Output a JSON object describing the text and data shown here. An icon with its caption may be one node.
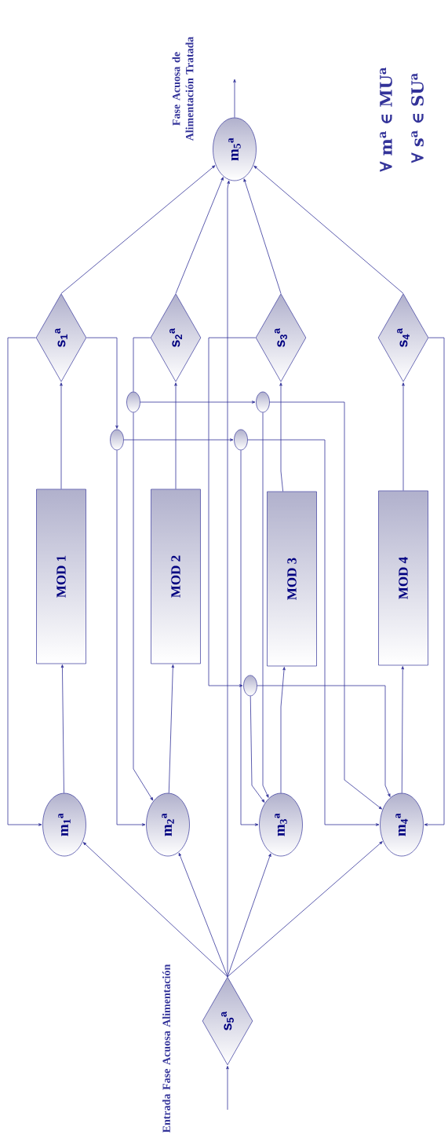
{
  "diagram": {
    "nodes": [
      {
        "text": [
          "m$_{5}$$^{a}$"
        ]
      },
      {
        "text": [
          "s$_{1}$$^{a}$"
        ]
      },
      {
        "text": [
          "s$_{2}$$^{a}$"
        ]
      },
      {
        "text": [
          "s$_{3}$$^{a}$"
        ]
      },
      {
        "text": [
          "s$_{4}$$^{a}$"
        ]
      },
      {
        "text": [
          "MOD 1"
        ]
      },
      {
        "text": [
          "MOD 2"
        ]
      },
      {
        "text": [
          "MOD 3"
        ]
      },
      {
        "text": [
          "MOD 4"
        ]
      },
      {
        "text": [
          "m$_{1}$$^{a}$"
        ]
      },
      {
        "text": [
          "m$_{2}$$^{a}$"
        ]
      },
      {
        "text": [
          "m$_{3}$$^{a}$"
        ]
      },
      {
        "text": [
          "m$_{4}$$^{a}$"
        ]
      },
      {
        "text": [
          "s$_{5}$$^{a}$"
        ]
      },
      {
        "text": [],
        "shape": "ellipse"
      },
      {
        "text": [],
        "shape": "ellipse"
      },
      {
        "text": [],
        "shape": "ellipse"
      },
      {
        "text": [],
        "shape": "ellipse"
      },
      {
        "text": [],
        "shape": "ellipse"
      }
    ],
    "edges": [
      {
        "from": null,
        "to": 13,
        "arrow": "to"
      },
      {
        "from": 13,
        "to": 9,
        "arrow": "to"
      },
      {
        "from": 13,
        "to": 10,
        "arrow": "to"
      },
      {
        "from": 13,
        "to": 11,
        "arrow": "to"
      },
      {
        "from": 13,
        "to": 12,
        "arrow": "to"
      },
      {
        "from": 13,
        "to": 0,
        "arrow": "to"
      },
      {
        "from": 9,
        "to": 5,
        "arrow": "to"
      },
      {
        "from": 10,
        "to": 6,
        "arrow": "to"
      },
      {
        "from": 11,
        "to": 7,
        "arrow": "to"
      },
      {
        "from": 12,
        "to": 8,
        "arrow": "to"
      },
      {
        "from": 5,
        "to": 1,
        "arrow": "to"
      },
      {
        "from": 6,
        "to": 2,
        "arrow": "to"
      },
      {
        "from": 7,
        "to": 3,
        "arrow": "to"
      },
      {
        "from": 8,
        "to": 4,
        "arrow": "to"
      },
      {
        "from": 1,
        "to": 0,
        "arrow": "to"
      },
      {
        "from": 2,
        "to": 0,
        "arrow": "to"
      },
      {
        "from": 3,
        "to": 0,
        "arrow": "to"
      },
      {
        "from": 4,
        "to": 0,
        "arrow": "to"
      },
      {
        "from": 0,
        "to": null,
        "arrow": "to"
      },
      {
        "from": 1,
        "to": 9,
        "arrow": "to"
      },
      {
        "from": 1,
        "to": 14,
        "arrow": "to"
      },
      {
        "from": 14,
        "to": 16,
        "arrow": "to"
      },
      {
        "from": 14,
        "to": 10,
        "arrow": "to"
      },
      {
        "from": 2,
        "to": 15,
        "arrow": "none"
      },
      {
        "from": 15,
        "to": 10,
        "arrow": "to"
      },
      {
        "from": 15,
        "to": 17,
        "arrow": "to"
      },
      {
        "from": 3,
        "to": 18,
        "arrow": "to"
      },
      {
        "from": 18,
        "to": 11,
        "arrow": "to"
      },
      {
        "from": 18,
        "to": 12,
        "arrow": "to"
      },
      {
        "from": 16,
        "to": 11,
        "arrow": "to"
      },
      {
        "from": 16,
        "to": 12,
        "arrow": "to"
      },
      {
        "from": 17,
        "to": 11,
        "arrow": "to"
      },
      {
        "from": 17,
        "to": 12,
        "arrow": "to"
      },
      {
        "from": 4,
        "to": 12,
        "arrow": "to"
      }
    ],
    "labels": [
      "Fase Acuosa de Alimentación Tratada",
      "Entrada Fase Acuosa Alimentación",
      "∀ m$^{a}$ ∈ MU$^{a}$",
      "∀ s$^{a}$ ∈ SU$^{a}$"
    ]
  }
}
